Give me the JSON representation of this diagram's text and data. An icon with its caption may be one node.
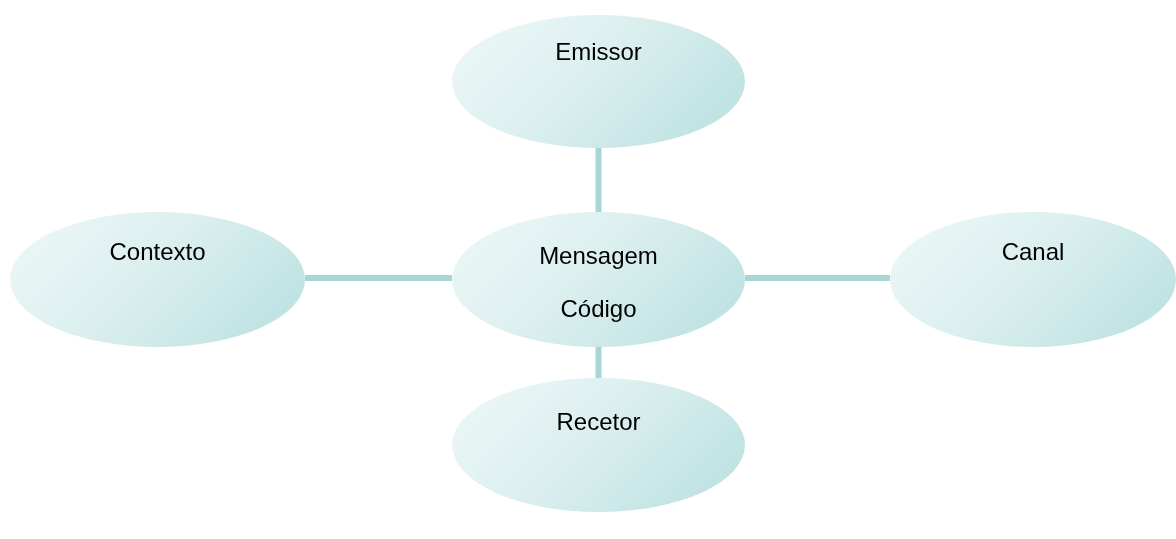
{
  "diagram": {
    "nodes": [
      {
        "text": [
          "Emissor"
        ]
      },
      {
        "text": [
          "Contexto"
        ]
      },
      {
        "text": [
          "Mensagem",
          "Código"
        ]
      },
      {
        "text": [
          "Canal"
        ]
      },
      {
        "text": [
          "Recetor"
        ]
      }
    ],
    "edges": [
      {
        "from": 2,
        "to": 0,
        "arrow": "none"
      },
      {
        "from": 2,
        "to": 1,
        "arrow": "none"
      },
      {
        "from": 2,
        "to": 3,
        "arrow": "none"
      },
      {
        "from": 2,
        "to": 4,
        "arrow": "none"
      }
    ]
  }
}
